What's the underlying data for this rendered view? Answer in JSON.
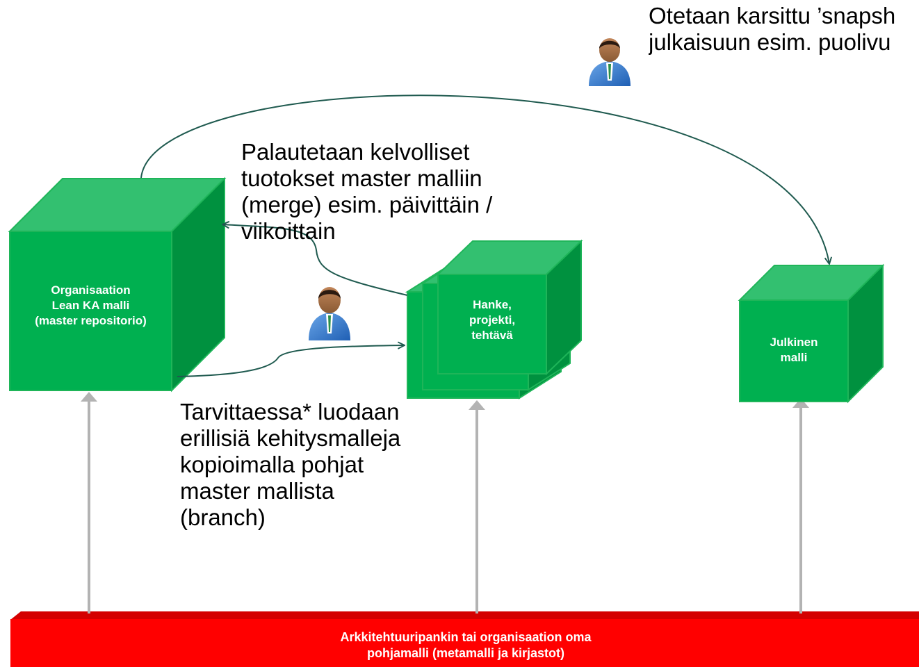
{
  "colors": {
    "cube_front": "#00b050",
    "cube_top": "#33c070",
    "cube_side": "#00913f",
    "base_bar": "#ff0000",
    "connector": "#1f5a4f",
    "support_arrow": "#b3b3b3"
  },
  "icons": [
    "person-icon",
    "person-icon"
  ],
  "cubes": {
    "master": "Organisaation\nLean KA malli\n(master repositorio)",
    "project": "Hanke,\nprojekti,\ntehtävä",
    "public": "Julkinen\nmalli"
  },
  "base": {
    "label": "Arkkitehtuuripankin tai organisaation oma\npohjamalli (metamalli ja kirjastot)"
  },
  "annotations": {
    "snapshot": "Otetaan karsittu ’snapsh\njulkaisuun esim. puolivu",
    "merge": "Palautetaan kelvolliset\ntuotokset master malliin\n(merge) esim. päivittäin /\nviikoittain",
    "branch": "Tarvittaessa* luodaan\nerillisiä kehitysmalleja\nkopioimalla pohjat\nmaster mallista\n(branch)"
  }
}
